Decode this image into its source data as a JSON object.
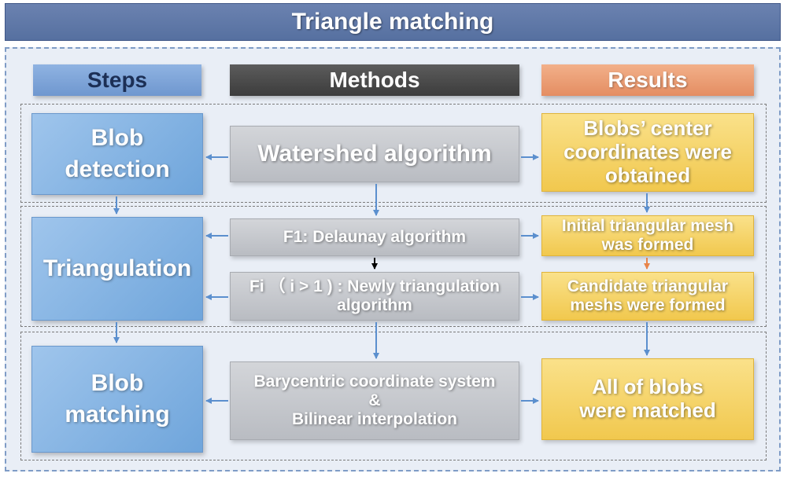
{
  "title": "Triangle matching",
  "headers": {
    "steps": "Steps",
    "methods": "Methods",
    "results": "Results"
  },
  "rows": [
    {
      "step": "Blob\ndetection",
      "methods": [
        "Watershed algorithm"
      ],
      "results": [
        "Blobs’ center\ncoordinates were\nobtained"
      ]
    },
    {
      "step": "Triangulation",
      "methods": [
        "F1: Delaunay algorithm",
        "Fi （ i > 1 ) : Newly triangulation\nalgorithm"
      ],
      "results": [
        "Initial triangular mesh\nwas formed",
        "Candidate triangular\nmeshs were formed"
      ]
    },
    {
      "step": "Blob\nmatching",
      "methods": [
        "Barycentric coordinate system\n&\nBilinear interpolation"
      ],
      "results": [
        "All of blobs\nwere matched"
      ]
    }
  ],
  "colors": {
    "arrow_blue": "#5b8fce",
    "arrow_black": "#000000",
    "arrow_orange": "#e8844a"
  }
}
